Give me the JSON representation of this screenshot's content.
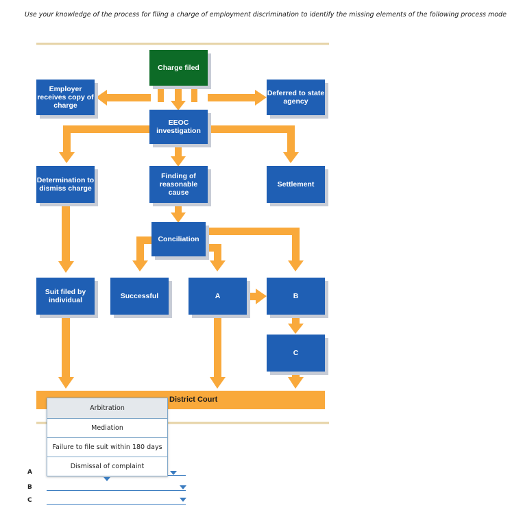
{
  "instruction": "Use your knowledge of the process for filing a charge of employment discrimination to identify the missing elements of the following process mode",
  "colors": {
    "box": "#1f5fb4",
    "start_box": "#0d6b27",
    "arrow": "#f9a93b",
    "rule": "#e6d3a6"
  },
  "nodes": {
    "charge_filed": "Charge filed",
    "employer_copy": "Employer receives copy of charge",
    "deferred_agency": "Deferred to state agency",
    "eeoc": "EEOC investigation",
    "determination": "Determination to dismiss charge",
    "finding": "Finding of reasonable cause",
    "settlement": "Settlement",
    "conciliation": "Conciliation",
    "suit_individual": "Suit filed by individual",
    "successful": "Successful",
    "a": "A",
    "b": "B",
    "c": "C",
    "district_court": "District Court"
  },
  "dropdown": {
    "options": [
      "Arbitration",
      "Mediation",
      "Failure to file suit within 180 days",
      "Dismissal of complaint"
    ]
  },
  "answers": [
    {
      "label": "A",
      "value": ""
    },
    {
      "label": "B",
      "value": ""
    },
    {
      "label": "C",
      "value": ""
    }
  ]
}
